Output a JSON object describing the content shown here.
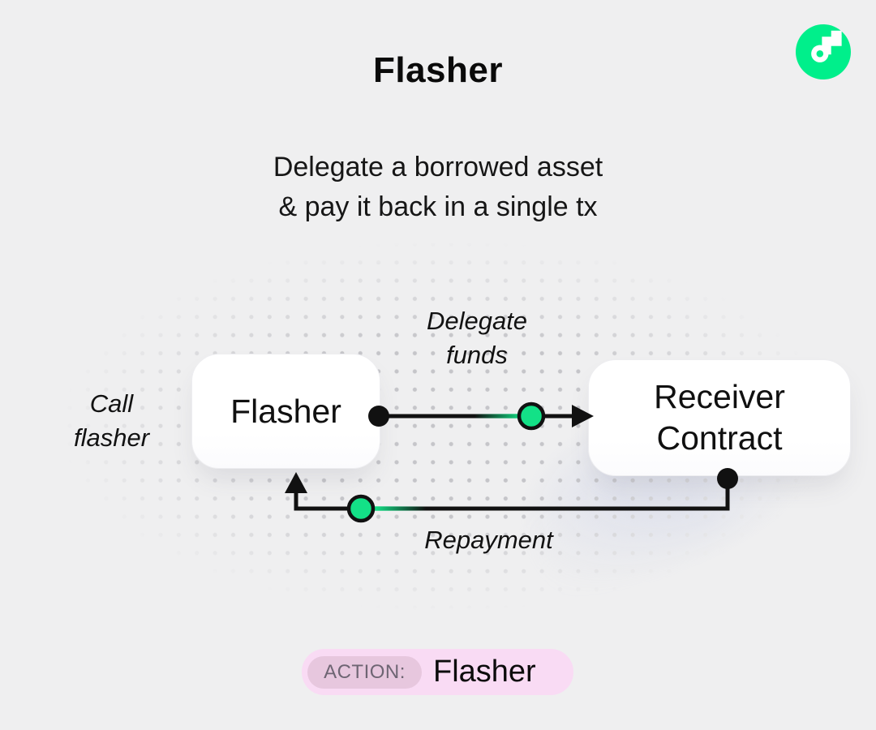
{
  "header": {
    "title": "Flasher",
    "subtitle_line1": "Delegate a borrowed asset",
    "subtitle_line2": "& pay it back in a single tx"
  },
  "logo": {
    "icon": "flow-logo-icon",
    "brand_green": "#00ef8b"
  },
  "diagram": {
    "side_label": {
      "line1": "Call",
      "line2": "flasher"
    },
    "nodes": {
      "flasher": {
        "label": "Flasher"
      },
      "receiver": {
        "label_line1": "Receiver",
        "label_line2": "Contract"
      }
    },
    "edges": {
      "delegate": {
        "label_line1": "Delegate",
        "label_line2": "funds",
        "direction": "flasher → receiver"
      },
      "repayment": {
        "label": "Repayment",
        "direction": "receiver → flasher"
      }
    },
    "colors": {
      "line": "#111111",
      "token_green": "#13e187",
      "node_background": "#ffffff"
    }
  },
  "footer": {
    "action_label": "ACTION:",
    "action_value": "Flasher",
    "badge_bg": "#f9dbf4",
    "chip_bg": "#e7c7de"
  }
}
